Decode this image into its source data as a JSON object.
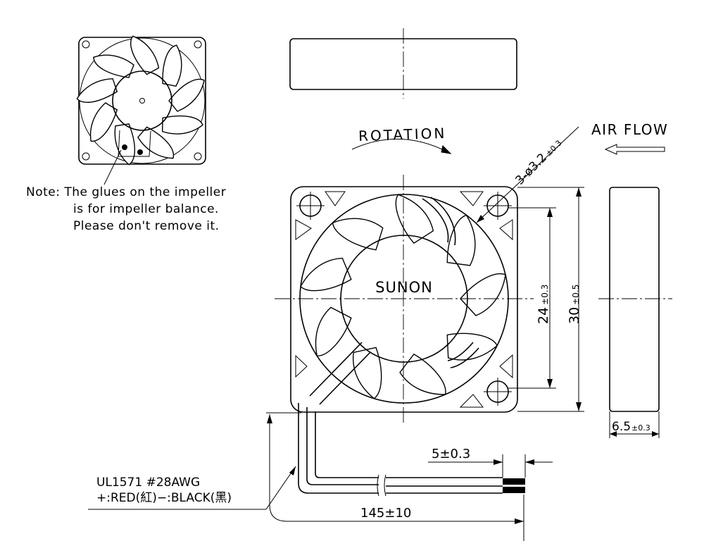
{
  "drawing": {
    "note_lines": [
      "Note: The glues on the impeller",
      "is for impeller balance.",
      "Please don't remove it."
    ],
    "rotation_label": "ROTATION",
    "airflow_label": "AIR FLOW",
    "hub_label": "SUNON",
    "hole_spec": {
      "prefix": "3-ø3.2",
      "tol": "±0.3"
    },
    "dim_hole_pitch": {
      "value": "24",
      "tol": "±0.3"
    },
    "dim_frame_width": {
      "value": "30",
      "tol": "±0.5"
    },
    "dim_thickness": {
      "value": "6.5",
      "tol": "±0.3"
    },
    "dim_strip_length": "5±0.3",
    "dim_lead_length": "145±10",
    "wire_spec_lines": [
      "UL1571  #28AWG",
      "+:RED(紅)−:BLACK(黑)"
    ]
  }
}
